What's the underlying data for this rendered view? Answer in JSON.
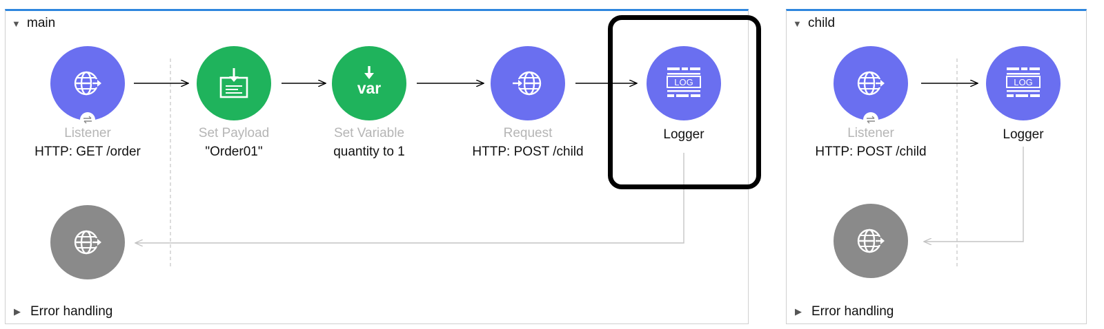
{
  "flows": {
    "main": {
      "title": "main",
      "error_label": "Error handling",
      "nodes": [
        {
          "type": "Listener",
          "desc": "HTTP: GET /order",
          "icon": "globe-listener-icon"
        },
        {
          "type": "Set Payload",
          "desc": "\"Order01\"",
          "icon": "set-payload-icon"
        },
        {
          "type": "Set Variable",
          "desc": "quantity to 1",
          "icon": "set-variable-icon"
        },
        {
          "type": "Request",
          "desc": "HTTP: POST /child",
          "icon": "globe-request-icon"
        },
        {
          "type": "",
          "desc": "Logger",
          "icon": "log-icon"
        }
      ],
      "selected": "Logger"
    },
    "child": {
      "title": "child",
      "error_label": "Error handling",
      "nodes": [
        {
          "type": "Listener",
          "desc": "HTTP: POST /child",
          "icon": "globe-listener-icon"
        },
        {
          "type": "",
          "desc": "Logger",
          "icon": "log-icon"
        }
      ]
    }
  },
  "icons": {
    "var_text": "var",
    "log_text": "LOG"
  },
  "colors": {
    "connector_blue": "#6a6ff0",
    "transformer_green": "#1fb35c",
    "response_gray": "#8a8a8a",
    "flow_accent": "#2e86de"
  }
}
